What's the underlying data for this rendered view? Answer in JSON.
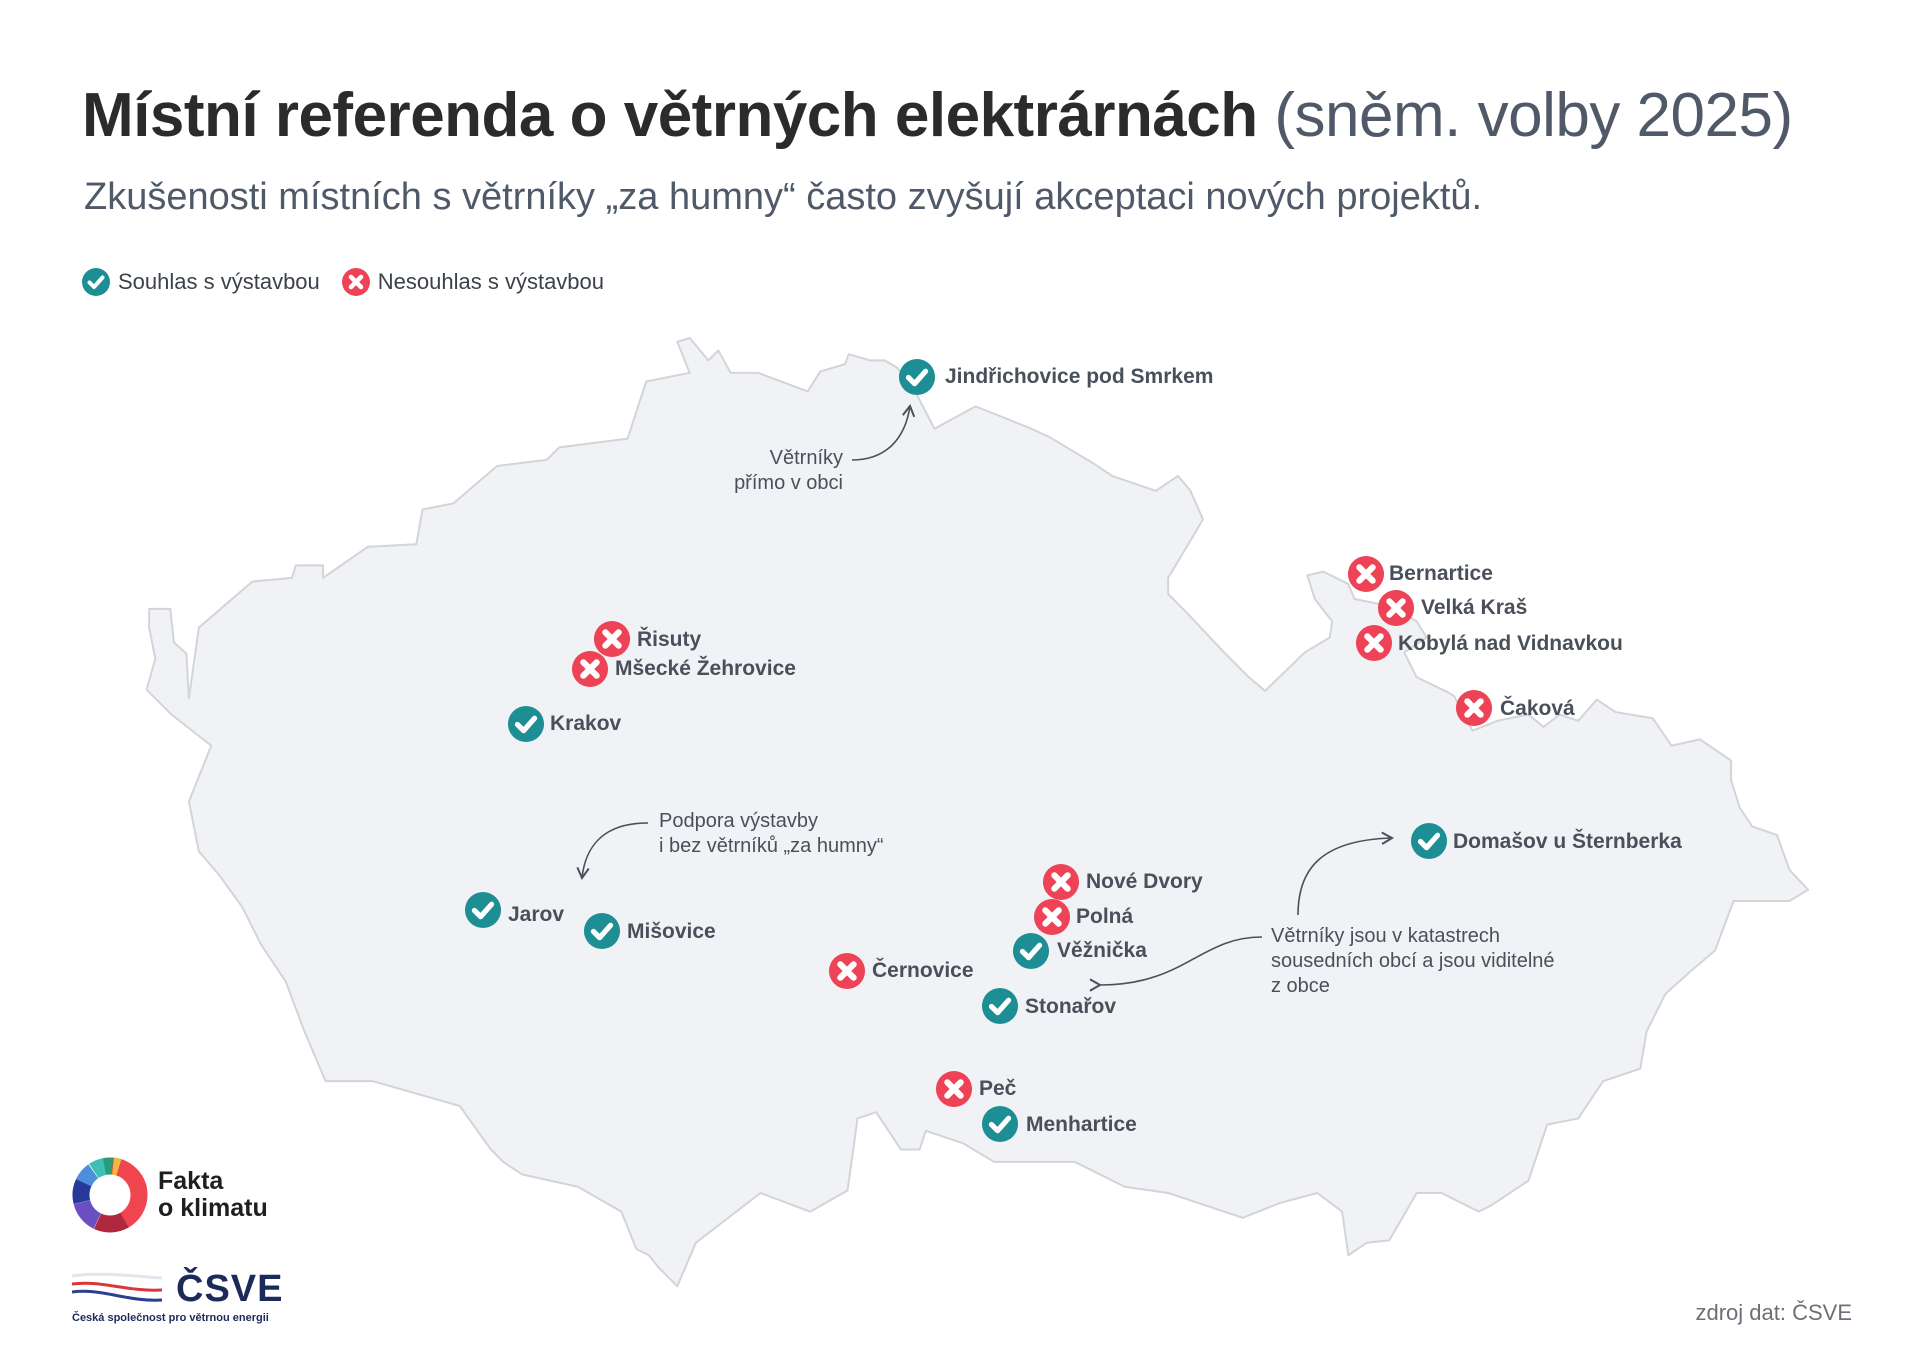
{
  "header": {
    "title_bold": "Místní referenda o větrných elektrárnách",
    "title_light": "(sněm. volby 2025)",
    "subtitle": "Zkušenosti místních s větrníky „za humny“ často zvyšují akceptaci nových projektů."
  },
  "legend": {
    "items": [
      {
        "label": "Souhlas s výstavbou",
        "icon": "check-circle-icon",
        "color": "#1d8f94"
      },
      {
        "label": "Nesouhlas s výstavbou",
        "icon": "x-circle-icon",
        "color": "#ee4257"
      }
    ]
  },
  "colors": {
    "approve": "#1d8f94",
    "reject": "#ee4257",
    "land": "#f1f2f5",
    "border": "#d2d4d8"
  },
  "markers": [
    {
      "name": "Jindřichovice pod Smrkem",
      "result": "approve"
    },
    {
      "name": "Řisuty",
      "result": "reject"
    },
    {
      "name": "Mšecké Žehrovice",
      "result": "reject"
    },
    {
      "name": "Krakov",
      "result": "approve"
    },
    {
      "name": "Jarov",
      "result": "approve"
    },
    {
      "name": "Mišovice",
      "result": "approve"
    },
    {
      "name": "Černovice",
      "result": "reject"
    },
    {
      "name": "Nové Dvory",
      "result": "reject"
    },
    {
      "name": "Polná",
      "result": "reject"
    },
    {
      "name": "Věžnička",
      "result": "approve"
    },
    {
      "name": "Stonařov",
      "result": "approve"
    },
    {
      "name": "Peč",
      "result": "reject"
    },
    {
      "name": "Menhartice",
      "result": "approve"
    },
    {
      "name": "Bernartice",
      "result": "reject"
    },
    {
      "name": "Velká Kraš",
      "result": "reject"
    },
    {
      "name": "Kobylá nad Vidnavkou",
      "result": "reject"
    },
    {
      "name": "Čaková",
      "result": "reject"
    },
    {
      "name": "Domašov u Šternberka",
      "result": "approve"
    }
  ],
  "annotations": {
    "direct": [
      "Větrníky",
      "přímo v obci"
    ],
    "without": [
      "Podpora výstavby",
      "i bez větrníků „za humny“"
    ],
    "neighbor": [
      "Větrníky jsou v katastrech",
      "sousedních obcí a jsou viditelné",
      "z obce"
    ]
  },
  "logos": {
    "fakta_line1": "Fakta",
    "fakta_line2": "o klimatu",
    "csve_abbr": "ČSVE",
    "csve_full": "Česká společnost pro větrnou energii"
  },
  "footer": {
    "source": "zdroj dat: ČSVE"
  }
}
